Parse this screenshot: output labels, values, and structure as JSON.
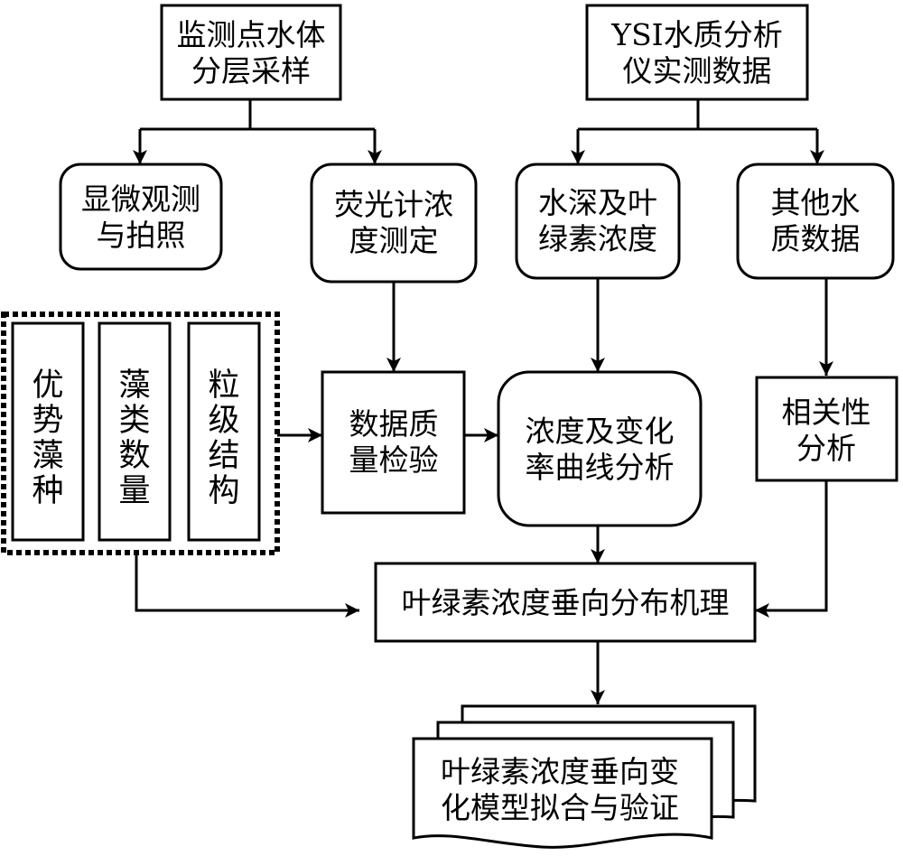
{
  "nodes": {
    "sampling": [
      "监测点水体",
      "分层采样"
    ],
    "ysi": [
      "YSI水质分析",
      "仪实测数据"
    ],
    "microscopy": [
      "显微观测",
      "与拍照"
    ],
    "fluorometer": [
      "荧光计浓",
      "度测定"
    ],
    "depth_chl": [
      "水深及叶",
      "绿素浓度"
    ],
    "other_wq": [
      "其他水",
      "质数据"
    ],
    "dominant_algae": "优势藻种",
    "algae_count": "藻类数量",
    "size_structure": "粒级结构",
    "quality_check": [
      "数据质",
      "量检验"
    ],
    "rate_analysis": [
      "浓度及变化",
      "率曲线分析"
    ],
    "correlation": [
      "相关性",
      "分析"
    ],
    "mechanism": "叶绿素浓度垂向分布机理",
    "model": [
      "叶绿素浓度垂向变",
      "化模型拟合与验证"
    ]
  }
}
